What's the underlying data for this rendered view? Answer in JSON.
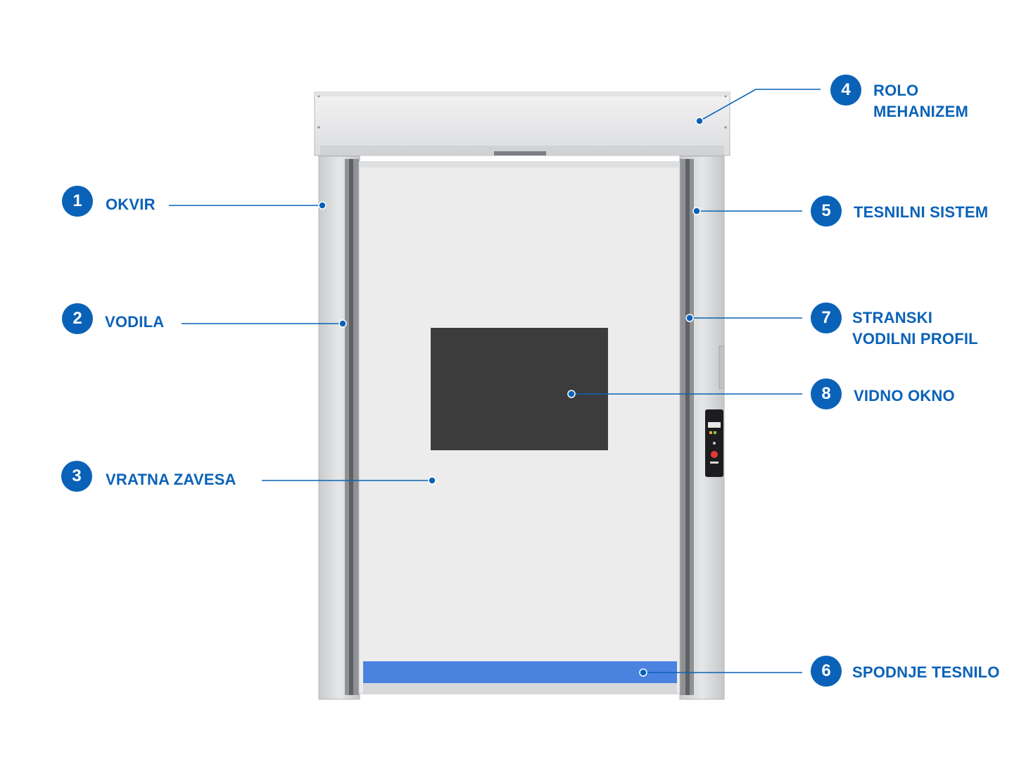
{
  "colors": {
    "accent": "#0a62b8",
    "frame": "#d4d6d8",
    "curtain": "#ececec",
    "window": "#3c3c3c",
    "bottom_seal": "#4a82e0"
  },
  "callouts": [
    {
      "number": "1",
      "lines": [
        "OKVIR"
      ]
    },
    {
      "number": "2",
      "lines": [
        "VODILA"
      ]
    },
    {
      "number": "3",
      "lines": [
        "VRATNA ZAVESA"
      ]
    },
    {
      "number": "4",
      "lines": [
        "ROLO",
        "MEHANIZEM"
      ]
    },
    {
      "number": "5",
      "lines": [
        "TESNILNI SISTEM"
      ]
    },
    {
      "number": "7",
      "lines": [
        "STRANSKI",
        "VODILNI PROFIL"
      ]
    },
    {
      "number": "8",
      "lines": [
        "VIDNO OKNO"
      ]
    },
    {
      "number": "6",
      "lines": [
        "SPODNJE TESNILO"
      ]
    }
  ]
}
